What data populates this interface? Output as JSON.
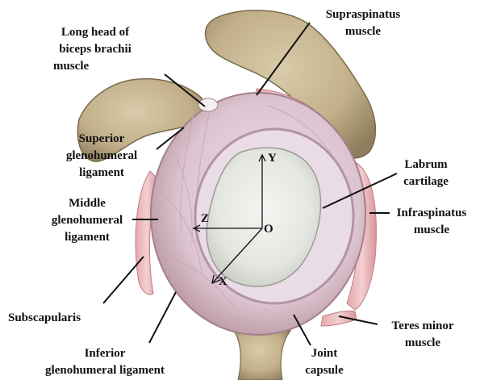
{
  "labels": {
    "long_head_biceps": [
      "Long head of",
      "biceps brachii",
      "muscle"
    ],
    "supraspinatus": [
      "Supraspinatus",
      "muscle"
    ],
    "superior_gh": [
      "Superior",
      "glenohumeral",
      "ligament"
    ],
    "middle_gh": [
      "Middle",
      "glenohumeral",
      "ligament"
    ],
    "labrum": [
      "Labrum",
      "cartilage"
    ],
    "infraspinatus": [
      "Infraspinatus",
      "muscle"
    ],
    "subscapularis": [
      "Subscapularis"
    ],
    "teres_minor": [
      "Teres minor",
      "muscle"
    ],
    "inferior_gh": [
      "Inferior",
      "glenohumeral ligament"
    ],
    "joint_capsule": [
      "Joint",
      "capsule"
    ]
  },
  "axes": {
    "y": "Y",
    "z": "Z",
    "x": "X",
    "origin": "O"
  }
}
